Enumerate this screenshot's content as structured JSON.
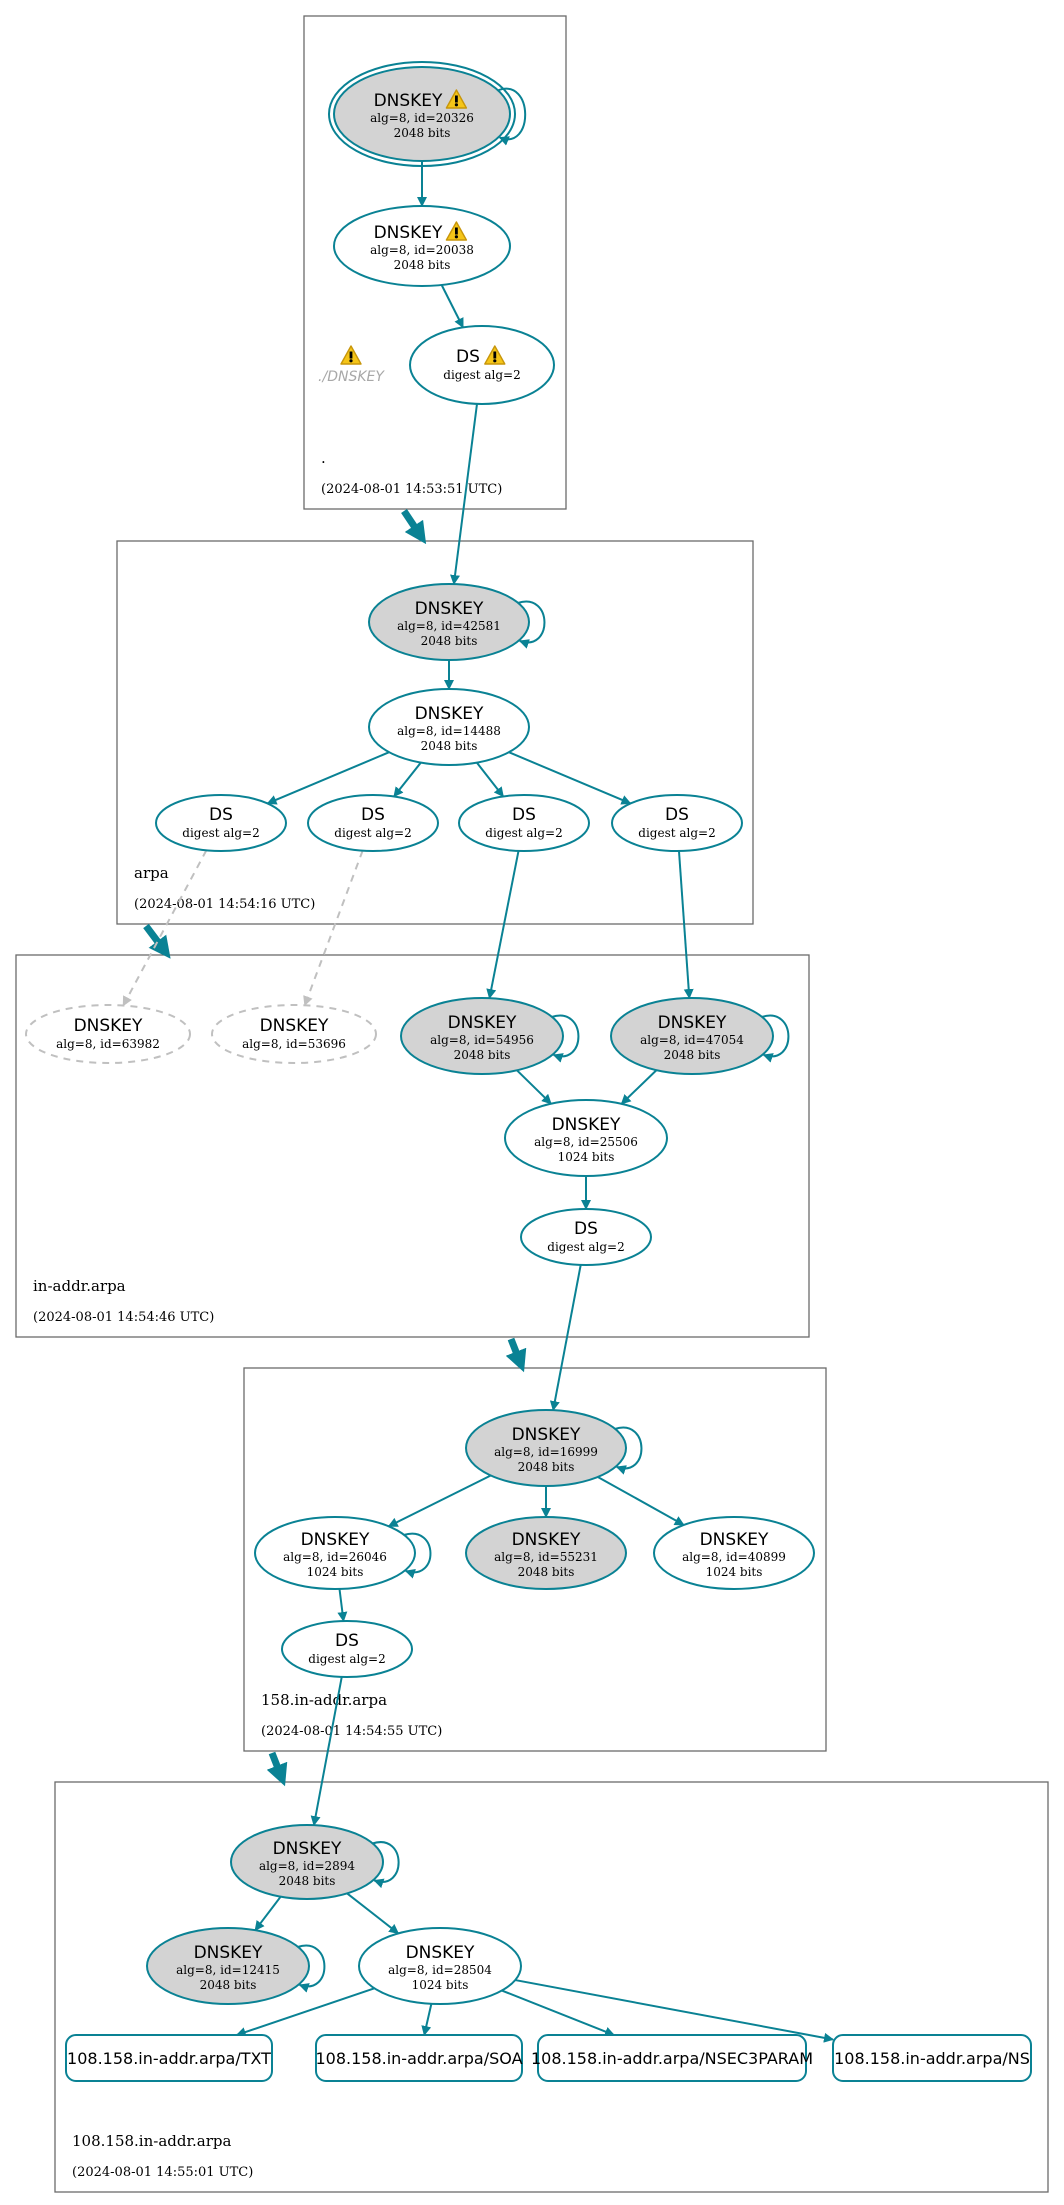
{
  "zones": [
    {
      "id": "root",
      "name": ".",
      "timestamp": "(2024-08-01 14:53:51 UTC)"
    },
    {
      "id": "arpa",
      "name": "arpa",
      "timestamp": "(2024-08-01 14:54:16 UTC)"
    },
    {
      "id": "in-addr",
      "name": "in-addr.arpa",
      "timestamp": "(2024-08-01 14:54:46 UTC)"
    },
    {
      "id": "z158",
      "name": "158.in-addr.arpa",
      "timestamp": "(2024-08-01 14:54:55 UTC)"
    },
    {
      "id": "z108",
      "name": "108.158.in-addr.arpa",
      "timestamp": "(2024-08-01 14:55:01 UTC)"
    }
  ],
  "nodes": [
    {
      "id": "r_ksk",
      "title": "DNSKEY",
      "sub1": "alg=8, id=20326",
      "sub2": "2048 bits",
      "kind": "ksk",
      "double": true,
      "warning": true,
      "selfloop": true
    },
    {
      "id": "r_zsk",
      "title": "DNSKEY",
      "sub1": "alg=8, id=20038",
      "sub2": "2048 bits",
      "kind": "zsk",
      "warning": true
    },
    {
      "id": "r_ds",
      "title": "DS",
      "sub1": "digest alg=2",
      "kind": "ds",
      "warning": true
    },
    {
      "id": "a_ksk",
      "title": "DNSKEY",
      "sub1": "alg=8, id=42581",
      "sub2": "2048 bits",
      "kind": "ksk",
      "selfloop": true
    },
    {
      "id": "a_zsk",
      "title": "DNSKEY",
      "sub1": "alg=8, id=14488",
      "sub2": "2048 bits",
      "kind": "zsk"
    },
    {
      "id": "a_ds1",
      "title": "DS",
      "sub1": "digest alg=2",
      "kind": "ds"
    },
    {
      "id": "a_ds2",
      "title": "DS",
      "sub1": "digest alg=2",
      "kind": "ds"
    },
    {
      "id": "a_ds3",
      "title": "DS",
      "sub1": "digest alg=2",
      "kind": "ds"
    },
    {
      "id": "a_ds4",
      "title": "DS",
      "sub1": "digest alg=2",
      "kind": "ds"
    },
    {
      "id": "i_g1",
      "title": "DNSKEY",
      "sub1": "alg=8, id=63982",
      "kind": "ghost"
    },
    {
      "id": "i_g2",
      "title": "DNSKEY",
      "sub1": "alg=8, id=53696",
      "kind": "ghost"
    },
    {
      "id": "i_ksk1",
      "title": "DNSKEY",
      "sub1": "alg=8, id=54956",
      "sub2": "2048 bits",
      "kind": "ksk",
      "selfloop": true
    },
    {
      "id": "i_ksk2",
      "title": "DNSKEY",
      "sub1": "alg=8, id=47054",
      "sub2": "2048 bits",
      "kind": "ksk",
      "selfloop": true
    },
    {
      "id": "i_zsk",
      "title": "DNSKEY",
      "sub1": "alg=8, id=25506",
      "sub2": "1024 bits",
      "kind": "zsk"
    },
    {
      "id": "i_ds",
      "title": "DS",
      "sub1": "digest alg=2",
      "kind": "ds"
    },
    {
      "id": "f_ksk",
      "title": "DNSKEY",
      "sub1": "alg=8, id=16999",
      "sub2": "2048 bits",
      "kind": "ksk",
      "selfloop": true
    },
    {
      "id": "f_zsk1",
      "title": "DNSKEY",
      "sub1": "alg=8, id=26046",
      "sub2": "1024 bits",
      "kind": "zsk",
      "selfloop": true
    },
    {
      "id": "f_k2",
      "title": "DNSKEY",
      "sub1": "alg=8, id=55231",
      "sub2": "2048 bits",
      "kind": "ksk"
    },
    {
      "id": "f_zsk3",
      "title": "DNSKEY",
      "sub1": "alg=8, id=40899",
      "sub2": "1024 bits",
      "kind": "zsk"
    },
    {
      "id": "f_ds",
      "title": "DS",
      "sub1": "digest alg=2",
      "kind": "ds"
    },
    {
      "id": "e_ksk",
      "title": "DNSKEY",
      "sub1": "alg=8, id=2894",
      "sub2": "2048 bits",
      "kind": "ksk",
      "selfloop": true
    },
    {
      "id": "e_ksk2",
      "title": "DNSKEY",
      "sub1": "alg=8, id=12415",
      "sub2": "2048 bits",
      "kind": "ksk",
      "selfloop": true
    },
    {
      "id": "e_zsk",
      "title": "DNSKEY",
      "sub1": "alg=8, id=28504",
      "sub2": "1024 bits",
      "kind": "zsk"
    },
    {
      "id": "rr_txt",
      "title": "108.158.in-addr.arpa/TXT",
      "kind": "rrset"
    },
    {
      "id": "rr_soa",
      "title": "108.158.in-addr.arpa/SOA",
      "kind": "rrset"
    },
    {
      "id": "rr_nsec",
      "title": "108.158.in-addr.arpa/NSEC3PARAM",
      "kind": "rrset"
    },
    {
      "id": "rr_ns",
      "title": "108.158.in-addr.arpa/NS",
      "kind": "rrset"
    }
  ],
  "root_warning": {
    "label": "./DNSKEY"
  },
  "edges": [
    {
      "from": "r_ksk",
      "to": "r_zsk",
      "style": "solid"
    },
    {
      "from": "r_zsk",
      "to": "r_ds",
      "style": "solid"
    },
    {
      "from": "r_ds",
      "to": "a_ksk",
      "style": "solid"
    },
    {
      "from": "a_ksk",
      "to": "a_zsk",
      "style": "solid"
    },
    {
      "from": "a_zsk",
      "to": "a_ds1",
      "style": "solid"
    },
    {
      "from": "a_zsk",
      "to": "a_ds2",
      "style": "solid"
    },
    {
      "from": "a_zsk",
      "to": "a_ds3",
      "style": "solid"
    },
    {
      "from": "a_zsk",
      "to": "a_ds4",
      "style": "solid"
    },
    {
      "from": "a_ds1",
      "to": "i_g1",
      "style": "dashed"
    },
    {
      "from": "a_ds2",
      "to": "i_g2",
      "style": "dashed"
    },
    {
      "from": "a_ds3",
      "to": "i_ksk1",
      "style": "solid"
    },
    {
      "from": "a_ds4",
      "to": "i_ksk2",
      "style": "solid"
    },
    {
      "from": "i_ksk1",
      "to": "i_zsk",
      "style": "solid"
    },
    {
      "from": "i_ksk2",
      "to": "i_zsk",
      "style": "solid"
    },
    {
      "from": "i_zsk",
      "to": "i_ds",
      "style": "solid"
    },
    {
      "from": "i_ds",
      "to": "f_ksk",
      "style": "solid"
    },
    {
      "from": "f_ksk",
      "to": "f_zsk1",
      "style": "solid"
    },
    {
      "from": "f_ksk",
      "to": "f_k2",
      "style": "solid"
    },
    {
      "from": "f_ksk",
      "to": "f_zsk3",
      "style": "solid"
    },
    {
      "from": "f_zsk1",
      "to": "f_ds",
      "style": "solid"
    },
    {
      "from": "f_ds",
      "to": "e_ksk",
      "style": "solid"
    },
    {
      "from": "e_ksk",
      "to": "e_ksk2",
      "style": "solid"
    },
    {
      "from": "e_ksk",
      "to": "e_zsk",
      "style": "solid"
    },
    {
      "from": "e_zsk",
      "to": "rr_txt",
      "style": "solid"
    },
    {
      "from": "e_zsk",
      "to": "rr_soa",
      "style": "solid"
    },
    {
      "from": "e_zsk",
      "to": "rr_nsec",
      "style": "solid"
    },
    {
      "from": "e_zsk",
      "to": "rr_ns",
      "style": "solid"
    }
  ],
  "delegations": [
    {
      "from": "root",
      "to": "arpa"
    },
    {
      "from": "arpa",
      "to": "in-addr"
    },
    {
      "from": "in-addr",
      "to": "z158"
    },
    {
      "from": "z158",
      "to": "z108"
    }
  ],
  "colors": {
    "edge": "#0a8294",
    "ksk_fill": "#d3d3d3",
    "zsk_fill": "#ffffff",
    "ghost_stroke": "#c0c0c0",
    "warning_fill": "#f5c518",
    "warning_stroke": "#c8960a",
    "zone_border": "#6b6b6b"
  }
}
